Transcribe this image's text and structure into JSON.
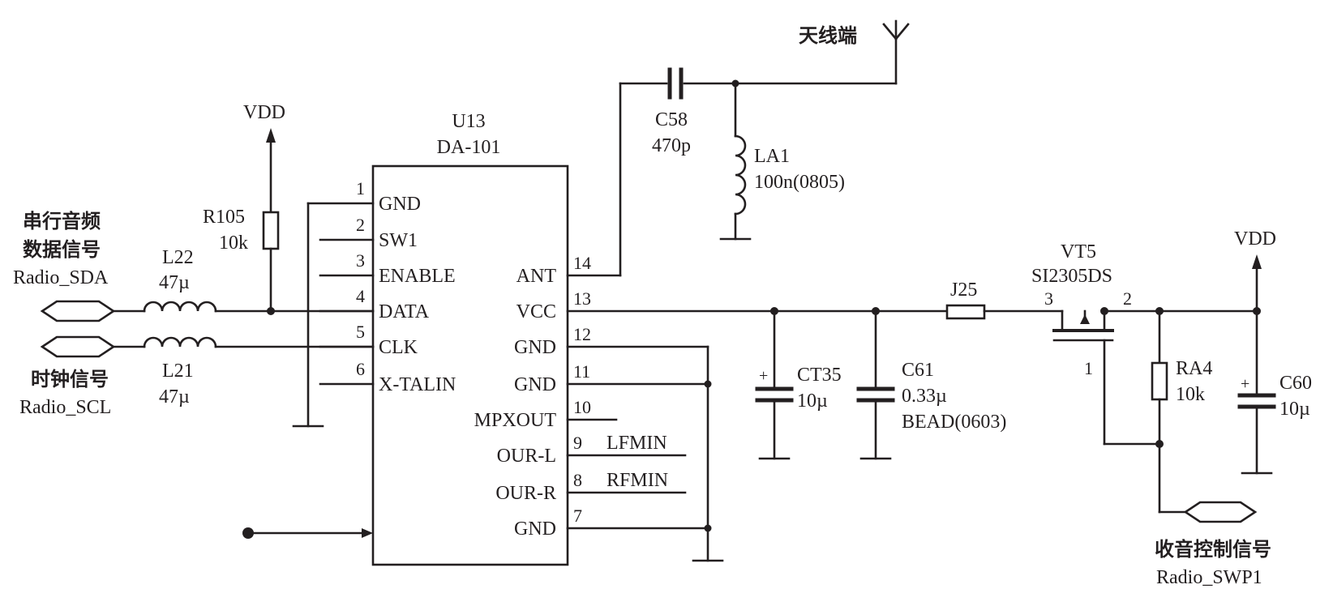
{
  "ic": {
    "ref": "U13",
    "part": "DA-101",
    "left_pins": [
      {
        "num": "1",
        "name": "GND"
      },
      {
        "num": "2",
        "name": "SW1"
      },
      {
        "num": "3",
        "name": "ENABLE"
      },
      {
        "num": "4",
        "name": "DATA"
      },
      {
        "num": "5",
        "name": "CLK"
      },
      {
        "num": "6",
        "name": "X-TALIN"
      }
    ],
    "right_pins": [
      {
        "num": "14",
        "name": "ANT"
      },
      {
        "num": "13",
        "name": "VCC"
      },
      {
        "num": "12",
        "name": "GND"
      },
      {
        "num": "11",
        "name": "GND"
      },
      {
        "num": "10",
        "name": "MPXOUT"
      },
      {
        "num": "9",
        "name": "OUR-L"
      },
      {
        "num": "8",
        "name": "OUR-R"
      },
      {
        "num": "7",
        "name": "GND"
      }
    ],
    "lfmin": "LFMIN",
    "rfmin": "RFMIN"
  },
  "power": {
    "vdd_left": "VDD",
    "vdd_right": "VDD"
  },
  "antenna": {
    "label": "天线端"
  },
  "parts": {
    "c58": {
      "ref": "C58",
      "value": "470p"
    },
    "la1": {
      "ref": "LA1",
      "value": "100n(0805)"
    },
    "r105": {
      "ref": "R105",
      "value": "10k"
    },
    "l22": {
      "ref": "L22",
      "value": "47µ"
    },
    "l21": {
      "ref": "L21",
      "value": "47µ"
    },
    "ct35": {
      "ref": "CT35",
      "value": "10µ"
    },
    "c61": {
      "ref": "C61",
      "value": "0.33µ",
      "note": "BEAD(0603)"
    },
    "j25": {
      "ref": "J25"
    },
    "vt5": {
      "ref": "VT5",
      "part": "SI2305DS",
      "pin3": "3",
      "pin2": "2",
      "pin1": "1"
    },
    "ra4": {
      "ref": "RA4",
      "value": "10k"
    },
    "c60": {
      "ref": "C60",
      "value": "10µ"
    }
  },
  "signals": {
    "sda_cn1": "串行音频",
    "sda_cn2": "数据信号",
    "sda_name": "Radio_SDA",
    "scl_cn": "时钟信号",
    "scl_name": "Radio_SCL",
    "swp_cn": "收音控制信号",
    "swp_name": "Radio_SWP1"
  }
}
